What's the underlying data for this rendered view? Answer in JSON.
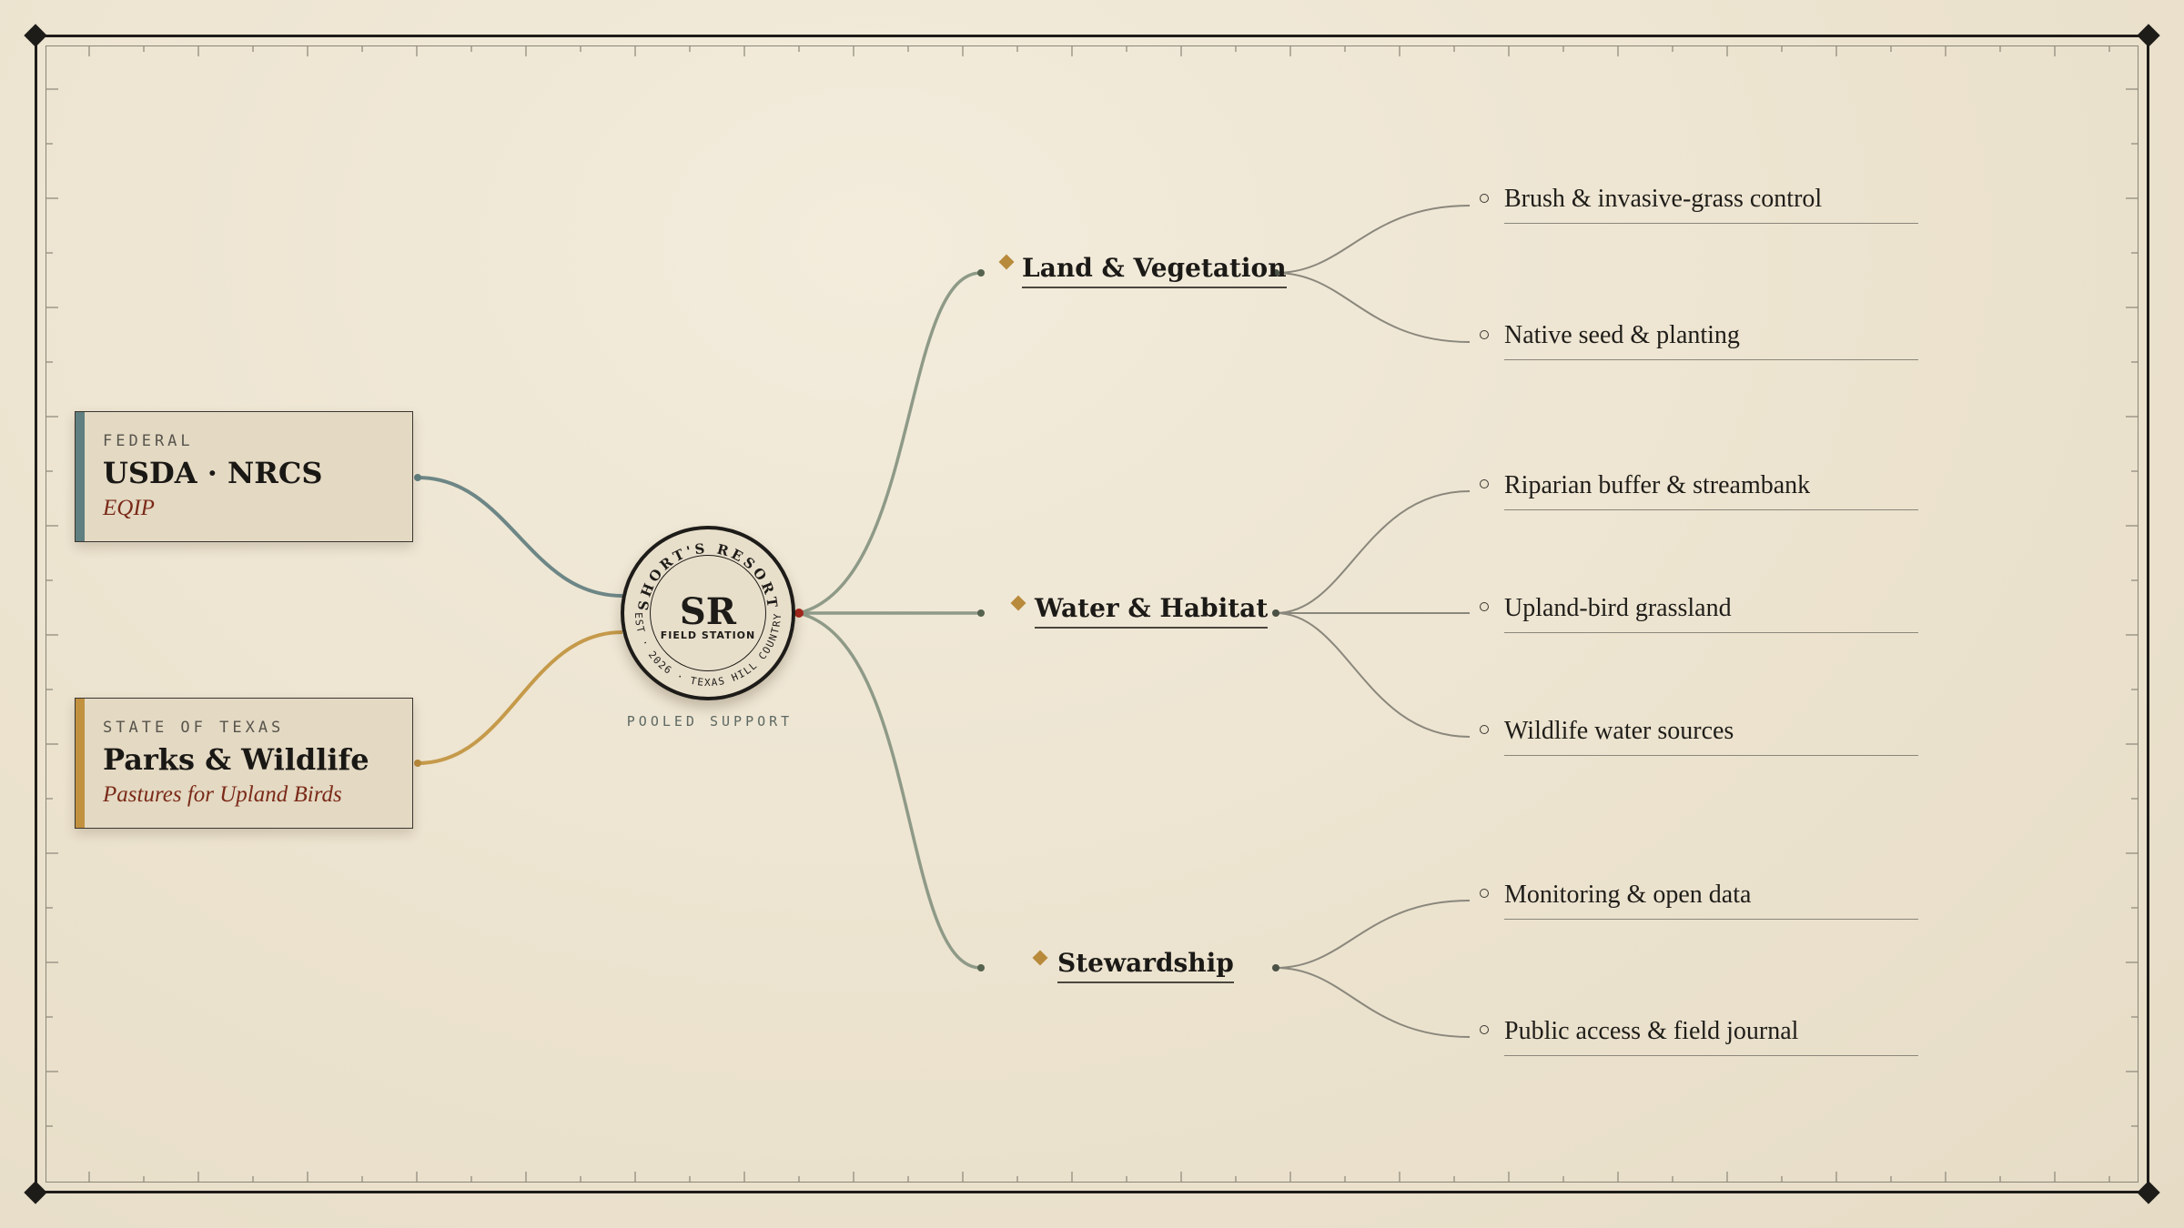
{
  "sources": [
    {
      "tier": "FEDERAL",
      "name": "USDA · NRCS",
      "program": "EQIP",
      "accent": "#5f7f80"
    },
    {
      "tier": "STATE OF TEXAS",
      "name": "Parks & Wildlife",
      "program": "Pastures for Upland Birds",
      "accent": "#c1913f"
    }
  ],
  "hub": {
    "monogram": "SR",
    "subtitle": "FIELD STATION",
    "ring_top": "SHORT'S RESORT",
    "ring_bottom": "EST · 2026 · TEXAS HILL COUNTRY",
    "caption": "POOLED SUPPORT"
  },
  "branches": [
    {
      "label": "Land & Vegetation",
      "leaves": [
        "Brush & invasive-grass control",
        "Native seed & planting"
      ]
    },
    {
      "label": "Water & Habitat",
      "leaves": [
        "Riparian buffer & streambank",
        "Upland-bird grassland",
        "Wildlife water sources"
      ]
    },
    {
      "label": "Stewardship",
      "leaves": [
        "Monitoring & open data",
        "Public access & field journal"
      ]
    }
  ],
  "colors": {
    "ink": "#1e1c19",
    "branch_line": "#8e9a87",
    "diamond": "#b88a3c",
    "hub_dot": "#a5271d"
  }
}
